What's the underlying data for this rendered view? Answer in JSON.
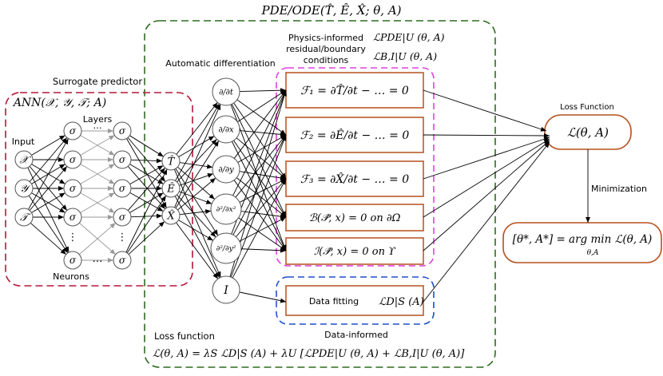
{
  "pde_title": "PDE/ODE(T̂, Ê, X̂; θ, A)",
  "surrogate": {
    "label": "Surrogate predictor",
    "ann": "ANN(𝒳, 𝒴, 𝒯; A)",
    "input_label": "Input",
    "layers_label": "Layers",
    "neurons_label": "Neurons",
    "inputs": [
      "𝒳",
      "𝒴",
      "𝒯"
    ],
    "neuron": "σ",
    "dots": "…",
    "vdots": "⋮"
  },
  "outputs": [
    "T̂",
    "Ê",
    "X̂"
  ],
  "autodiff": {
    "label": "Automatic differentiation",
    "ops": [
      "∂/∂t",
      "∂/∂x",
      "∂/∂y",
      "∂²/∂x²",
      "∂²/∂y²",
      "I"
    ]
  },
  "physics": {
    "title_lines": [
      "Physics-informed",
      "residual/boundary",
      "conditions"
    ],
    "loss_pde": "ℒPDE|U (θ, A)",
    "loss_bi": "ℒB,I|U (θ, A)",
    "residuals": [
      "ℱ₁ = ∂T̂/∂t − … = 0",
      "ℱ₂ = ∂Ê/∂t − … = 0",
      "ℱ₃ = ∂X̂/∂t − … = 0"
    ],
    "boundary": "ℬ(𝒫̂, x) = 0 on ∂Ω",
    "initial": "ℐ(𝒫̂, x) = 0 on ϒ"
  },
  "data": {
    "fitting_label": "Data fitting",
    "fitting_loss": "ℒD|S (A)",
    "informed_label": "Data-informed"
  },
  "loss": {
    "function_label": "Loss Function",
    "function_expr": "ℒ(θ, A)",
    "minimization_label": "Minimization",
    "argmin_expr": "[θ*, A*] = arg min ℒ(θ, A)",
    "argmin_sub": "θ,A",
    "bottom_label": "Loss function",
    "bottom_expr": "ℒ(θ, A) = λS ℒD|S (A) + λU [ℒPDE|U (θ, A) + ℒB,I|U (θ, A)]"
  },
  "colors": {
    "green_frame": "#2e6b1f",
    "red_frame": "#b5173a",
    "magenta_frame": "#e040e0",
    "blue_frame": "#1f4fc8",
    "orange_box": "#b5501e"
  }
}
